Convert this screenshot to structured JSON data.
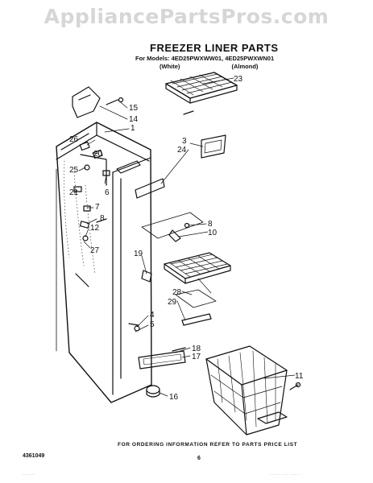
{
  "watermark": "AppliancePartsPros.com",
  "header": {
    "title": "FREEZER LINER PARTS",
    "models": "For Models: 4ED25PWXWW01, 4ED25PWXWN01",
    "variant_white": "(White)",
    "variant_almond": "(Almond)"
  },
  "callouts": {
    "c1": "1",
    "c3": "3",
    "c4": "4",
    "c5": "5",
    "c6": "6",
    "c7": "7",
    "c8a": "8",
    "c8b": "8",
    "c10": "10",
    "c11": "11",
    "c12": "12",
    "c14": "14",
    "c15": "15",
    "c16": "16",
    "c17": "17",
    "c18": "18",
    "c19": "19",
    "c20": "20",
    "c21": "21",
    "c23": "23",
    "c24": "24",
    "c25": "25",
    "c26": "26",
    "c27": "27",
    "c28": "28",
    "c29": "29"
  },
  "footer": {
    "note": "FOR ORDERING INFORMATION REFER TO PARTS PRICE LIST",
    "doc_number": "4361049",
    "page_number": "6",
    "fineprint_left": "....... .....",
    "fineprint_right": "........ .. ....... ... ..... ..."
  }
}
